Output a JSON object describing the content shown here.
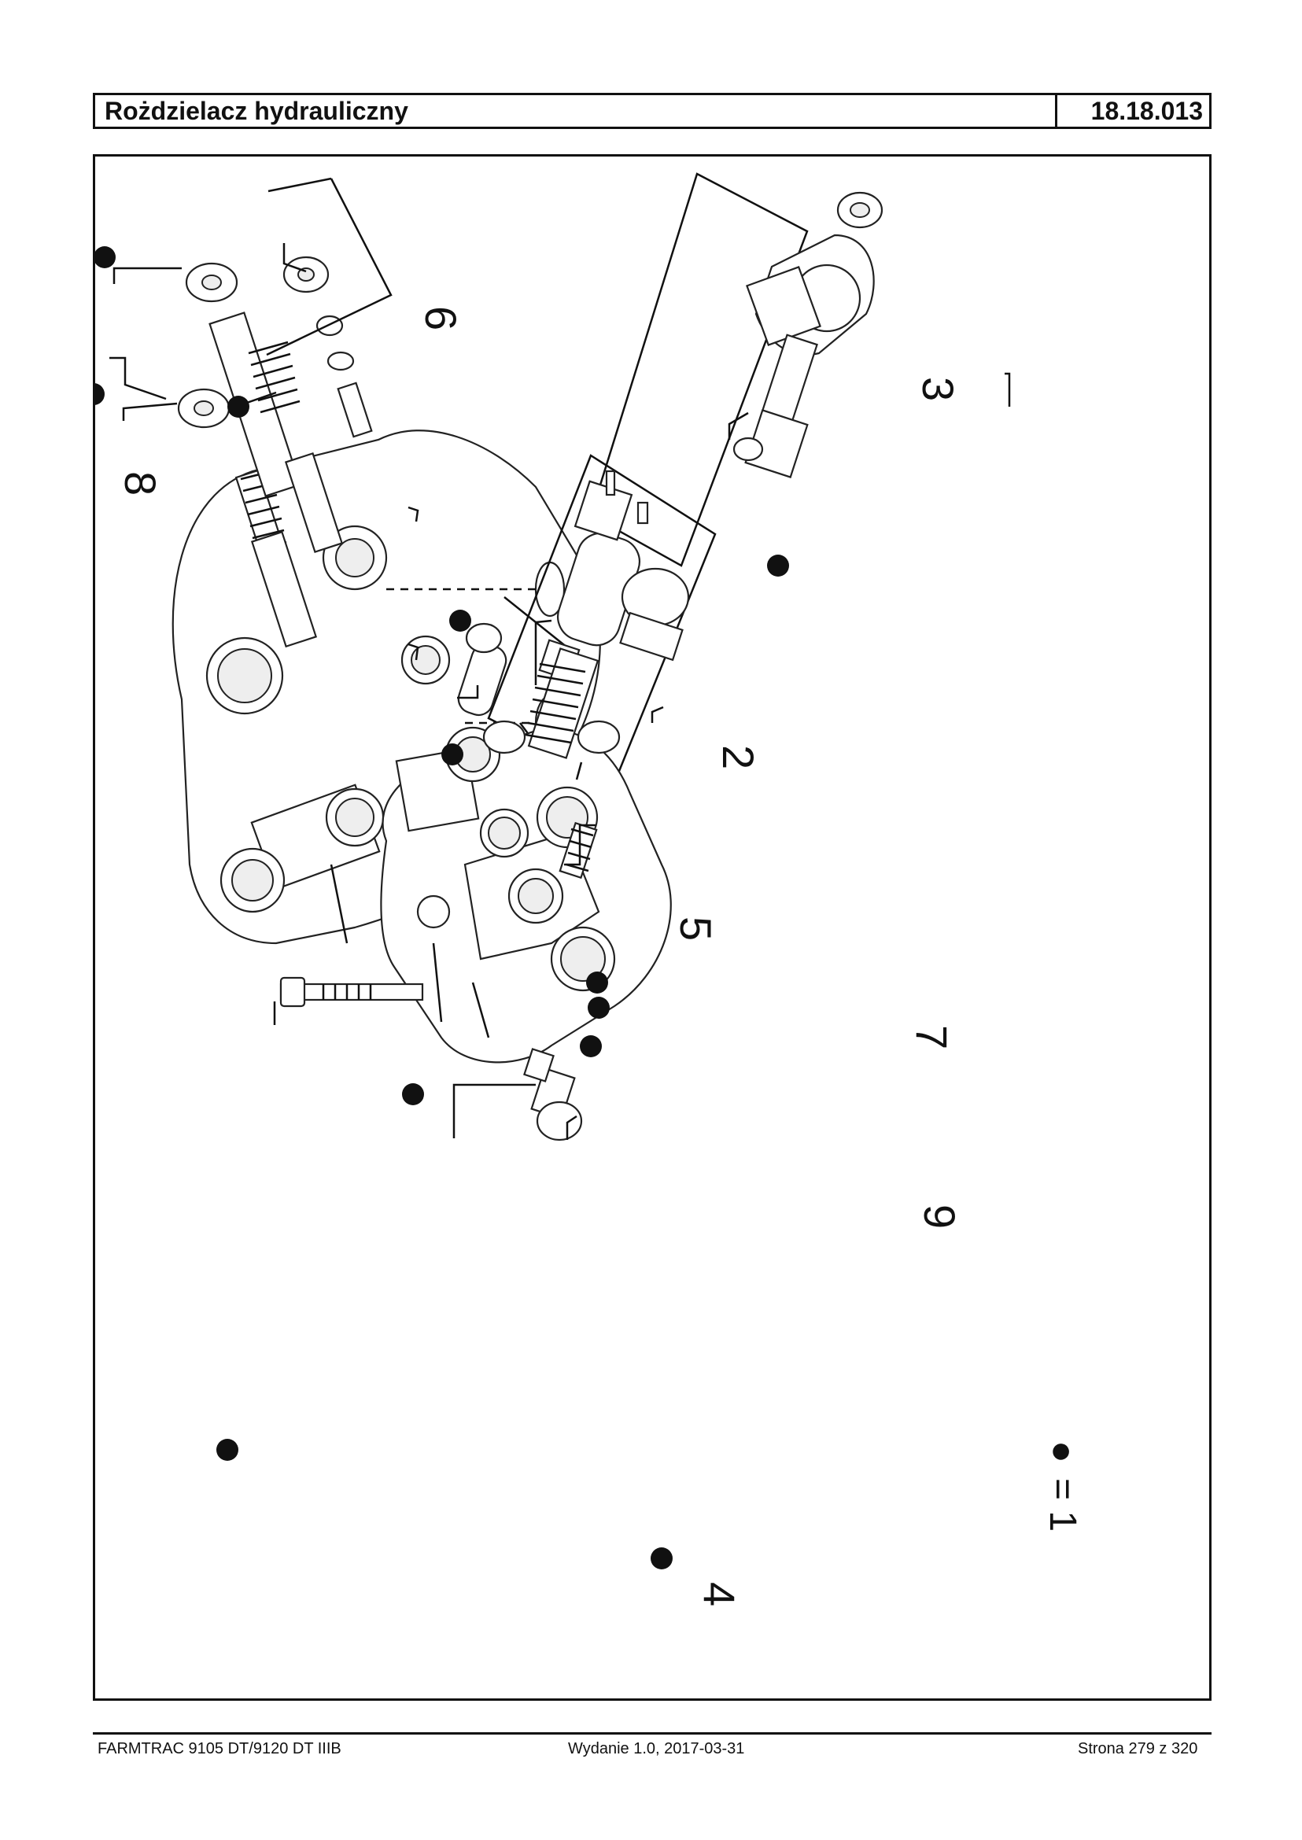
{
  "header": {
    "title": "Rożdzielacz hydrauliczny",
    "code": "18.18.013"
  },
  "diagram": {
    "callouts": [
      "1",
      "2",
      "3",
      "4",
      "5",
      "6",
      "7",
      "8",
      "9"
    ],
    "legend_symbol": "●",
    "legend_text": "= 1"
  },
  "footer": {
    "left": "FARMTRAC 9105 DT/9120 DT IIIB",
    "middle": "Wydanie 1.0,  2017-03-31",
    "right": "Strona 279 z 320"
  }
}
